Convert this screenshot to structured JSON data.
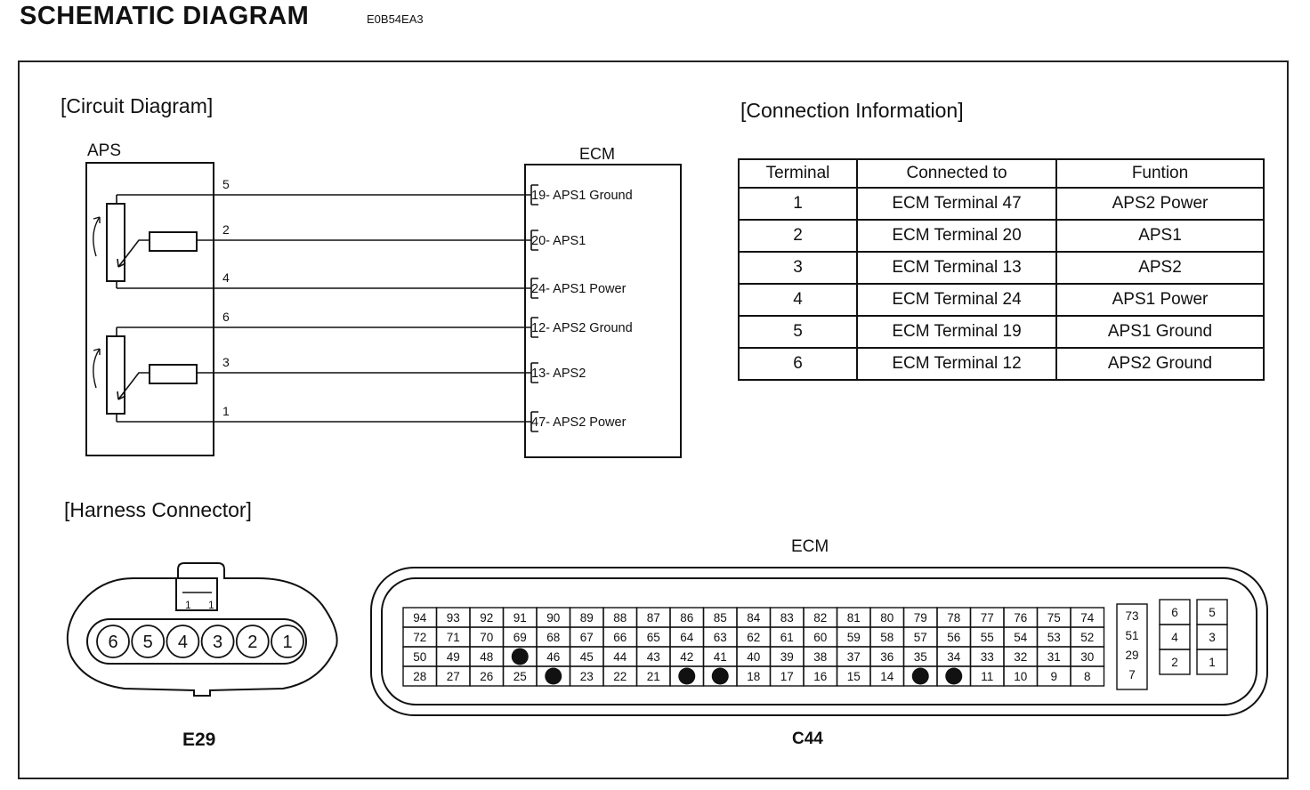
{
  "header": {
    "title": "SCHEMATIC  DIAGRAM",
    "code": "E0B54EA3"
  },
  "circuit": {
    "section_label": "[Circuit Diagram]",
    "aps_label": "APS",
    "ecm_label": "ECM",
    "wires": [
      {
        "aps_pin": "5",
        "ecm_label": "19- APS1 Ground"
      },
      {
        "aps_pin": "2",
        "ecm_label": "20- APS1"
      },
      {
        "aps_pin": "4",
        "ecm_label": "24- APS1 Power"
      },
      {
        "aps_pin": "6",
        "ecm_label": "12- APS2 Ground"
      },
      {
        "aps_pin": "3",
        "ecm_label": "13- APS2"
      },
      {
        "aps_pin": "1",
        "ecm_label": "47- APS2 Power"
      }
    ]
  },
  "connection": {
    "section_label": "[Connection Information]",
    "headers": [
      "Terminal",
      "Connected to",
      "Funtion"
    ],
    "rows": [
      [
        "1",
        "ECM Terminal 47",
        "APS2 Power"
      ],
      [
        "2",
        "ECM Terminal 20",
        "APS1"
      ],
      [
        "3",
        "ECM Terminal 13",
        "APS2"
      ],
      [
        "4",
        "ECM Terminal 24",
        "APS1 Power"
      ],
      [
        "5",
        "ECM Terminal 19",
        "APS1 Ground"
      ],
      [
        "6",
        "ECM Terminal 12",
        "APS2 Ground"
      ]
    ]
  },
  "harness": {
    "section_label": "[Harness Connector]",
    "e29": {
      "label": "E29",
      "pins": [
        "6",
        "5",
        "4",
        "3",
        "2",
        "1"
      ],
      "latch_pins": [
        "1",
        "1"
      ]
    },
    "ecm": {
      "title": "ECM",
      "label": "C44",
      "main_rows": [
        [
          "94",
          "93",
          "92",
          "91",
          "90",
          "89",
          "88",
          "87",
          "86",
          "85",
          "84",
          "83",
          "82",
          "81",
          "80",
          "79",
          "78",
          "77",
          "76",
          "75",
          "74"
        ],
        [
          "72",
          "71",
          "70",
          "69",
          "68",
          "67",
          "66",
          "65",
          "64",
          "63",
          "62",
          "61",
          "60",
          "59",
          "58",
          "57",
          "56",
          "55",
          "54",
          "53",
          "52"
        ],
        [
          "50",
          "49",
          "48",
          "",
          "46",
          "45",
          "44",
          "43",
          "42",
          "41",
          "40",
          "39",
          "38",
          "37",
          "36",
          "35",
          "34",
          "33",
          "32",
          "31",
          "30"
        ],
        [
          "28",
          "27",
          "26",
          "25",
          "",
          "23",
          "22",
          "21",
          "",
          "",
          "18",
          "17",
          "16",
          "15",
          "14",
          "",
          "",
          "11",
          "10",
          "9",
          "8"
        ]
      ],
      "filled_cells": [
        [
          2,
          3
        ],
        [
          3,
          4
        ],
        [
          3,
          8
        ],
        [
          3,
          9
        ],
        [
          3,
          15
        ],
        [
          3,
          16
        ]
      ],
      "side_column": [
        "73",
        "51",
        "29",
        "7"
      ],
      "small_block_a": [
        [
          "6",
          "5"
        ],
        [
          "4",
          "3"
        ],
        [
          "2",
          "1"
        ]
      ]
    }
  }
}
